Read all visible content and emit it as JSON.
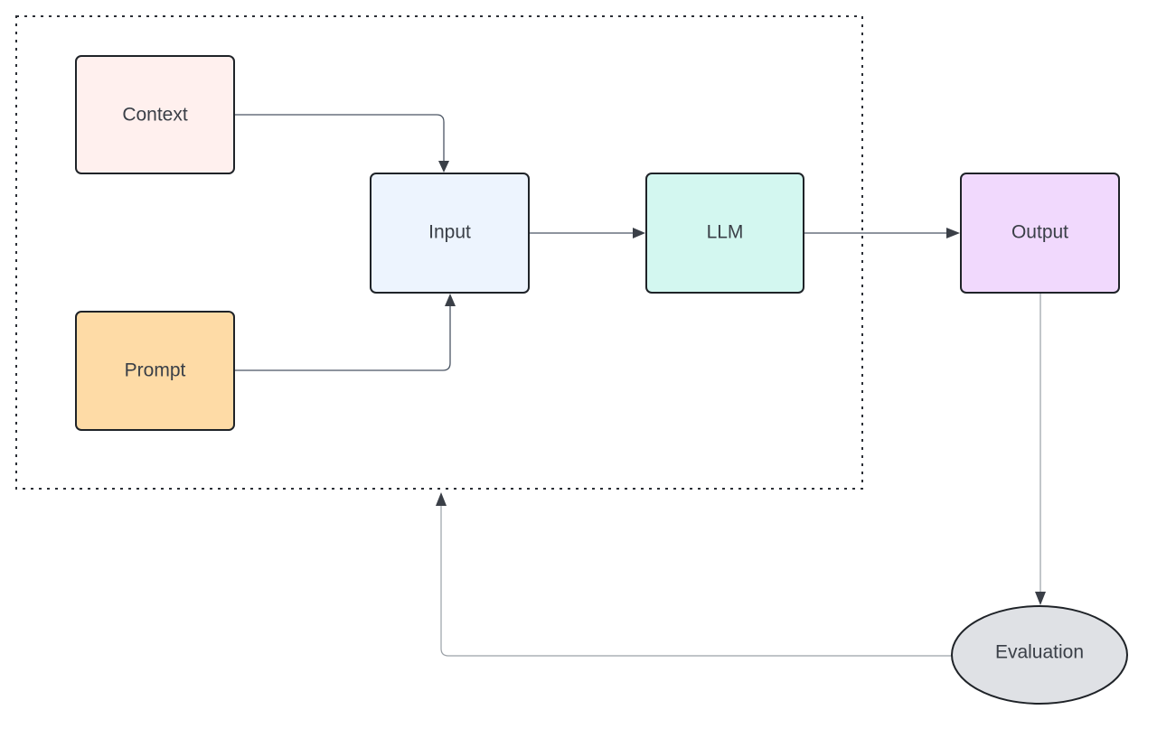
{
  "diagram": {
    "nodes": {
      "context": {
        "label": "Context",
        "fill": "#fff0ee"
      },
      "prompt": {
        "label": "Prompt",
        "fill": "#fedba6"
      },
      "input": {
        "label": "Input",
        "fill": "#edf4fe"
      },
      "llm": {
        "label": "LLM",
        "fill": "#d3f7f0"
      },
      "output": {
        "label": "Output",
        "fill": "#f1d9fd"
      },
      "evaluation": {
        "label": "Evaluation",
        "fill": "#dfe1e5"
      }
    },
    "group_border_color": "#2b2f36",
    "edge_color": "#4b5563"
  }
}
